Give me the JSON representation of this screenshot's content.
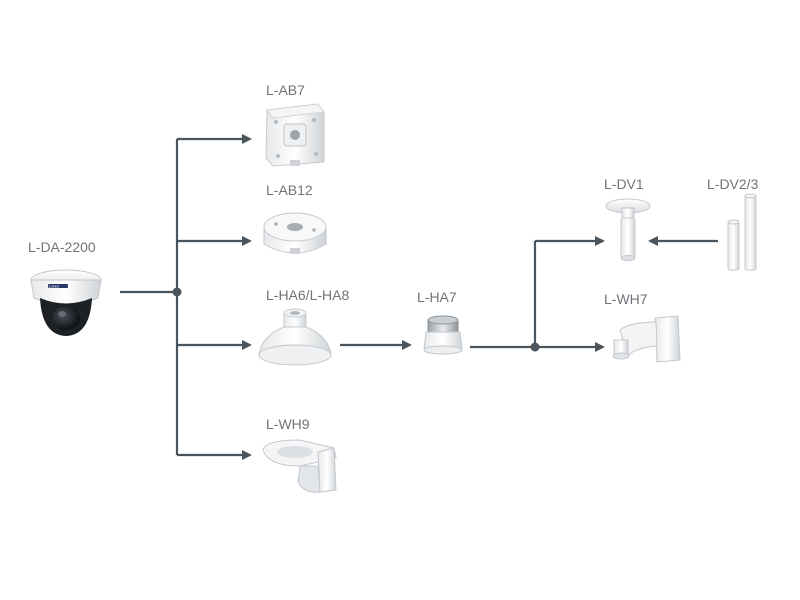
{
  "products": {
    "camera": {
      "label": "L-DA-2200",
      "brand_mark": "Lorex"
    },
    "ab7": {
      "label": "L-AB7"
    },
    "ab12": {
      "label": "L-AB12"
    },
    "ha6_ha8": {
      "label": "L-HA6/L-HA8"
    },
    "wh9": {
      "label": "L-WH9"
    },
    "ha7": {
      "label": "L-HA7"
    },
    "dv1": {
      "label": "L-DV1"
    },
    "dv23": {
      "label": "L-DV2/3"
    },
    "wh7": {
      "label": "L-WH7"
    }
  },
  "style": {
    "line_color": "#4b555d",
    "label_color": "#6f7479"
  }
}
